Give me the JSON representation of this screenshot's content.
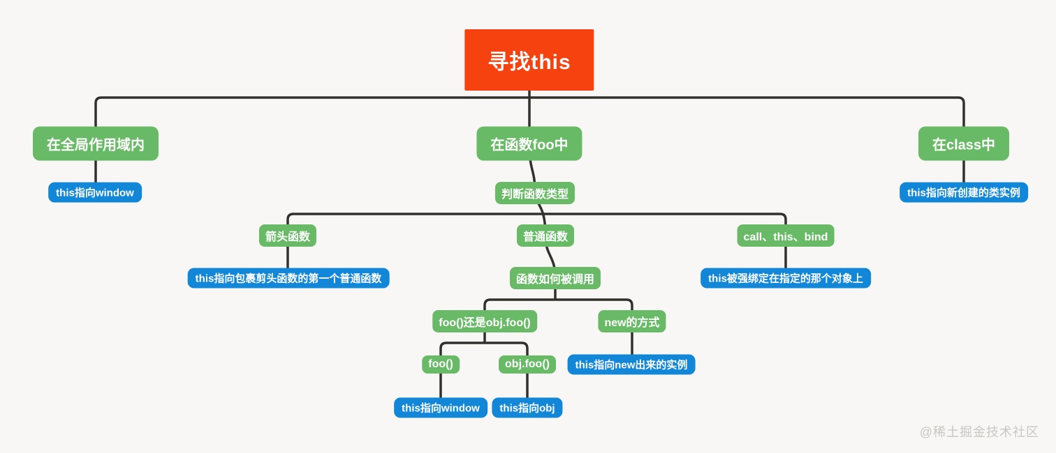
{
  "colors": {
    "background": "#f8f7f5",
    "line": "#32302d",
    "root-bg": "#f5420e",
    "branch-bg": "#69ba66",
    "leaf-bg": "#1287d8",
    "node-text": "#ffffff",
    "watermark": "#c9c6c3"
  },
  "nodes": {
    "root": "寻找this",
    "global_scope": "在全局作用域内",
    "in_function_foo": "在函数foo中",
    "in_class": "在class中",
    "global_this": "this指向window",
    "judge_function_type": "判断函数类型",
    "class_this": "this指向新创建的类实例",
    "arrow_function": "箭头函数",
    "normal_function": "普通函数",
    "call_this_bind": "call、this、bind",
    "arrow_this": "this指向包裹剪头函数的第一个普通函数",
    "how_function_called": "函数如何被调用",
    "bind_this": "this被强绑定在指定的那个对象上",
    "foo_or_objfoo": "foo()还是obj.foo()",
    "new_way": "new的方式",
    "foo_call": "foo()",
    "obj_foo_call": "obj.foo()",
    "new_this": "this指向new出来的实例",
    "foo_call_this": "this指向window",
    "obj_foo_this": "this指向obj"
  },
  "watermark": "@稀土掘金技术社区"
}
